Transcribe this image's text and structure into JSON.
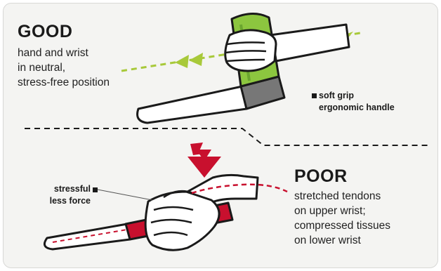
{
  "good": {
    "heading": "GOOD",
    "lines": [
      "hand and wrist",
      "in neutral,",
      "stress-free position"
    ]
  },
  "soft_grip_callout": {
    "lines": [
      "soft grip",
      "ergonomic handle"
    ]
  },
  "poor": {
    "heading": "POOR",
    "lines": [
      "stretched tendons",
      "on upper wrist;",
      "compressed tissues",
      "on lower wrist"
    ]
  },
  "stressful_callout": {
    "lines": [
      "stressful",
      "less force"
    ]
  },
  "colors": {
    "background": "#f4f4f2",
    "neutral_arrow": "#a8c93a",
    "good_grip": "#8cc63f",
    "handle_gray": "#777777",
    "stress_red": "#c8102e",
    "outline": "#1a1a1a"
  }
}
